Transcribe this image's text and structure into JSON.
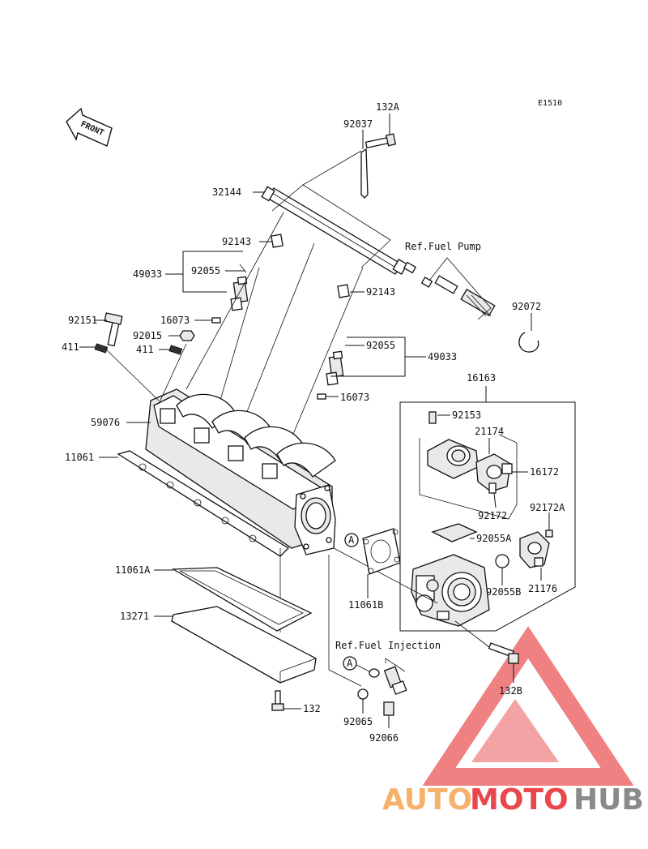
{
  "diagram_code": "E1510",
  "front_label": "FRONT",
  "references": {
    "fuel_pump": "Ref.Fuel Pump",
    "fuel_injection": "Ref.Fuel Injection"
  },
  "callouts": {
    "A1": "A",
    "A2": "A"
  },
  "parts": {
    "p132A": "132A",
    "p92037": "92037",
    "p32144": "32144",
    "p92143a": "92143",
    "p49033a": "49033",
    "p92055a": "92055",
    "p92151": "92151",
    "p16073a": "16073",
    "p92015": "92015",
    "p411a": "411",
    "p411b": "411",
    "p92143b": "92143",
    "p92055b": "92055",
    "p49033b": "49033",
    "p16073b": "16073",
    "p92072": "92072",
    "p16163": "16163",
    "p92153": "92153",
    "p21174": "21174",
    "p16172": "16172",
    "p59076": "59076",
    "p11061": "11061",
    "p92172": "92172",
    "p92172A": "92172A",
    "p92055A": "92055A",
    "p92055B": "92055B",
    "p21176": "21176",
    "p11061B": "11061B",
    "p11061A": "11061A",
    "p13271": "13271",
    "p132B": "132B",
    "p132": "132",
    "p92065": "92065",
    "p92066": "92066"
  },
  "watermark": {
    "word_part1": "AUTO",
    "word_part2": "MOTO",
    "word_part3": "HUB",
    "color_light": "#f6b26b",
    "color_red": "#e8484b",
    "color_gray": "#8a8a8a"
  }
}
